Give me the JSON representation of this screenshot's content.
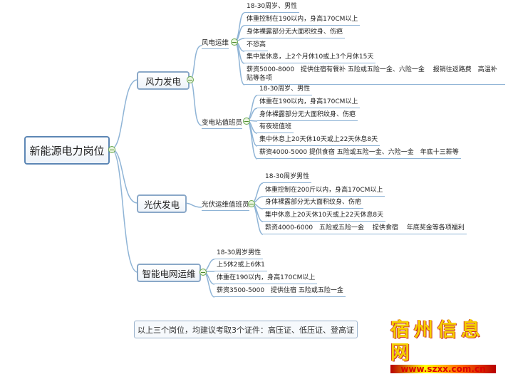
{
  "root": "新能源电力岗位",
  "branches": [
    {
      "label": "风力发电",
      "subs": [
        {
          "label": "风电运维",
          "leaves": [
            "18-30周岁、男性",
            "体重控制在190以内，身高170CM以上",
            "身体裸露部分无大面积纹身、伤疤",
            "不恐高",
            "集中是休息，上2个月休10或上3个月休15天",
            "薪资5000-8000　提供住宿有餐补 五险或五险一金、六险一金　 报销往返路费　高温补贴等各项"
          ]
        },
        {
          "label": "变电站值班员",
          "leaves": [
            "18-30周岁、男性",
            "体重在190以内，身高170CM以上",
            "身体裸露部分无大面积纹身、伤疤",
            "有夜班值班",
            "集中休息上20天休10天或上22天休息8天",
            "薪资4000-5000 提供食宿 五险或五险一金、六险一金　年底十三薪等"
          ]
        }
      ]
    },
    {
      "label": "光伏发电",
      "subs": [
        {
          "label": "光伏运维值班员",
          "leaves": [
            "18-30周岁男性",
            "体重控制在200斤以内，身高170CM以上",
            "身体裸露部分无大面积纹身、伤疤",
            "集中休息上20天休10天或上22天休息8天",
            "薪资4000-6000　五险或五险一金　 提供食宿　 年底奖金等各项福利"
          ]
        }
      ]
    },
    {
      "label": "智能电网运维",
      "leaves": [
        "18-30周岁男性",
        "上5休2或上6休1",
        "体重在190以内，身高170CM以上",
        "薪资3500-5000　提供住宿 五险或五险一金"
      ]
    }
  ],
  "note": "以上三个岗位，均建议考取3个证件：高压证、低压证、登高证",
  "logo": {
    "title": "宿州信息网",
    "url": "www.szxx.com.cn"
  }
}
